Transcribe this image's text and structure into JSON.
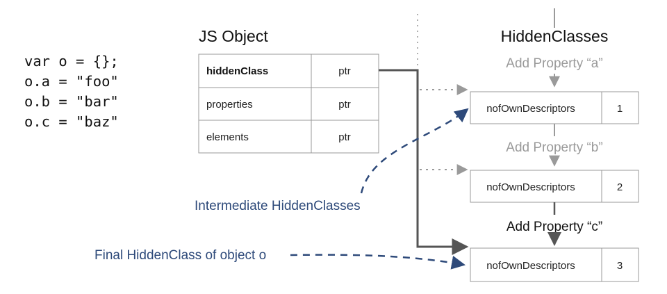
{
  "code_lines": [
    "var o = {};",
    "o.a = \"foo\"",
    "o.b = \"bar\"",
    "o.c = \"baz\""
  ],
  "js_object": {
    "title": "JS Object",
    "rows": [
      {
        "field": "hiddenClass",
        "value": "ptr"
      },
      {
        "field": "properties",
        "value": "ptr"
      },
      {
        "field": "elements",
        "value": "ptr"
      }
    ]
  },
  "hidden_classes": {
    "title": "HiddenClasses",
    "steps": [
      "Add Property “a”",
      "Add Property “b”",
      "Add Property “c”"
    ],
    "boxes": [
      {
        "label": "nofOwnDescriptors",
        "count": "1"
      },
      {
        "label": "nofOwnDescriptors",
        "count": "2"
      },
      {
        "label": "nofOwnDescriptors",
        "count": "3"
      }
    ]
  },
  "annotations": {
    "intermediate": "Intermediate HiddenClasses",
    "final": "Final HiddenClass of object  o"
  },
  "colors": {
    "annotation": "#2e4a7a",
    "gray_arrow": "#9a9a9a",
    "dark_arrow": "#555555",
    "border": "#999999"
  }
}
